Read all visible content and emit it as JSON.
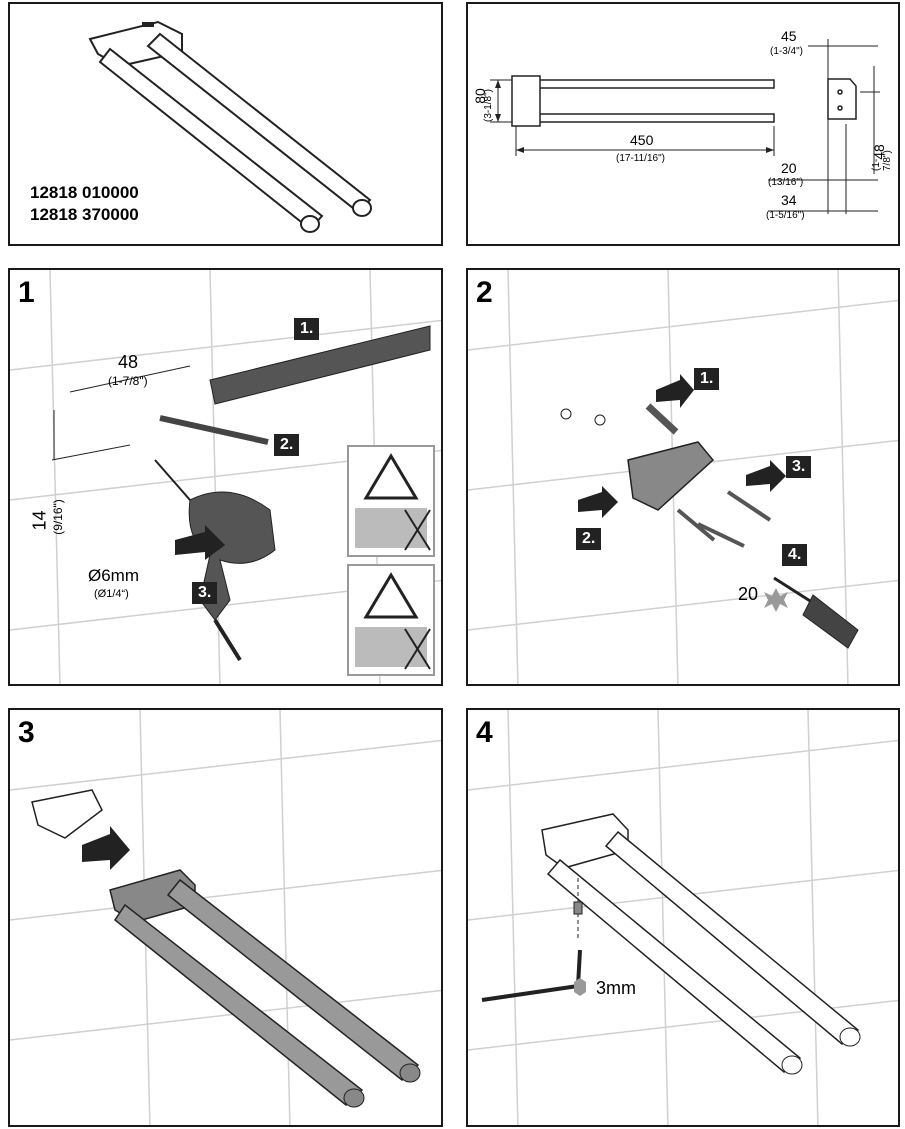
{
  "overview": {
    "article_numbers": [
      "12818 010000",
      "12818 370000"
    ]
  },
  "dimensions": {
    "height_mm": "80",
    "height_in": "(3-1/8\")",
    "length_mm": "450",
    "length_in": "(17-11/16\")",
    "depth_mm": "45",
    "depth_in": "(1-3/4\")",
    "hole_spacing_mm": "48",
    "hole_spacing_in": "(1-7/8\")",
    "offset1_mm": "20",
    "offset1_in": "(13/16\")",
    "offset2_mm": "34",
    "offset2_in": "(1-5/16\")"
  },
  "step1": {
    "number": "1",
    "spacing_mm": "48",
    "spacing_in": "(1-7/8\")",
    "height_mm": "14",
    "height_in": "(9/16\")",
    "drill_mm": "Ø6mm",
    "drill_in": "(Ø1/4“)",
    "callouts": [
      "1.",
      "2.",
      "3."
    ]
  },
  "step2": {
    "number": "2",
    "callouts": [
      "1.",
      "2.",
      "3.",
      "4."
    ],
    "torx_size": "20"
  },
  "step3": {
    "number": "3"
  },
  "step4": {
    "number": "4",
    "hex_size": "3mm"
  }
}
